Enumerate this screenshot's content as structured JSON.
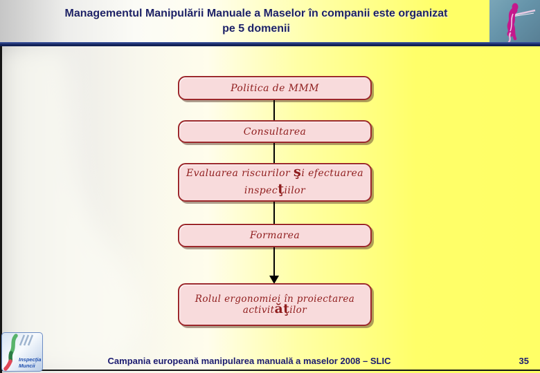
{
  "slide": {
    "title": "Managementul Manipulării Manuale a Maselor în companii este organizat\npe 5 domenii",
    "footer": "Campania europeană manipularea manuală a maselor 2008 – SLIC",
    "page_number": "35"
  },
  "flowchart": {
    "type": "vertical-flow",
    "boxes": [
      {
        "label": "Politica de MMM"
      },
      {
        "label": "Consultarea"
      },
      {
        "line1_pre": "Evaluarea riscurilor ",
        "line1_glyph": "ş",
        "line1_post": "i efectuarea",
        "line2_pre": "inspec",
        "line2_glyph": "ţ",
        "line2_post": "iilor"
      },
      {
        "label": "Formarea"
      },
      {
        "pre": "Rolul ergonomiei în proiectarea activit",
        "glyph": "ăţ",
        "post": "ilor"
      }
    ]
  },
  "logo": {
    "line1": "Inspecţia",
    "line2": "Muncii"
  },
  "icons": {
    "top_right": "dancing-figure-icon",
    "bottom_left": "inspectia-muncii-logo"
  },
  "colors": {
    "accent_navy": "#1e2268",
    "slide_yellow": "#ffff66",
    "box_fill": "#f8dbdc",
    "box_border": "#9c272b",
    "box_text": "#8f1d1d",
    "corner_blue": "#6694aa",
    "figure_magenta": "#c4188c"
  }
}
